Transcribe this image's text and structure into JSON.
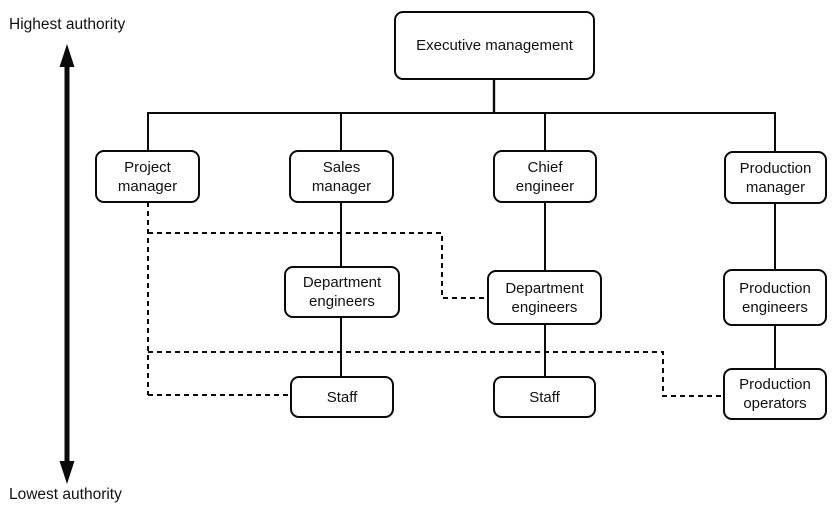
{
  "labels": {
    "highest_authority": "Highest authority",
    "lowest_authority": "Lowest authority"
  },
  "nodes": {
    "executive": "Executive management",
    "project_manager": "Project manager",
    "sales_manager": "Sales manager",
    "chief_engineer": "Chief engineer",
    "production_manager": "Production manager",
    "department_engineers_sales": "Department engineers",
    "department_engineers_chief": "Department engineers",
    "production_engineers": "Production engineers",
    "staff_sales": "Staff",
    "staff_chief": "Staff",
    "production_operators": "Production operators"
  },
  "colors": {
    "line": "#0a0a0a",
    "text": "#111111",
    "background": "#ffffff"
  }
}
